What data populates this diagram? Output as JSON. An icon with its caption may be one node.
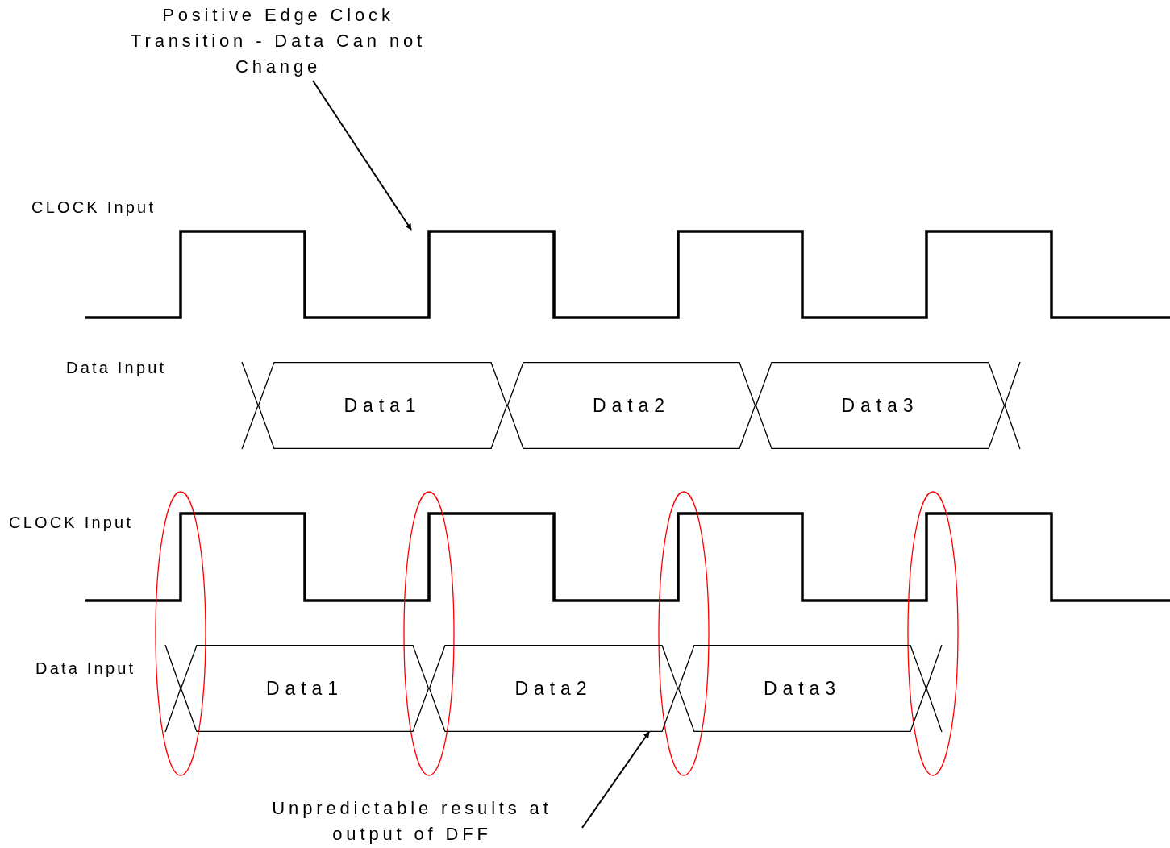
{
  "diagram": {
    "nodes": [
      {
        "text": [
          "Positive Edge Clock Transition - Data Can not Change"
        ]
      },
      {
        "text": [
          "Data1"
        ]
      },
      {
        "text": [
          "Data2"
        ]
      },
      {
        "text": [
          "Data3"
        ]
      },
      {
        "text": [
          "Data1"
        ]
      },
      {
        "text": [
          "Data2"
        ]
      },
      {
        "text": [
          "Data3"
        ]
      },
      {
        "text": [
          "Unpredictable results at output of DFF"
        ]
      },
      {
        "text": [],
        "shape": "line"
      }
    ],
    "edges": [
      {
        "from": 0,
        "to": 8,
        "arrow": "to"
      },
      {
        "from": 7,
        "to": 5,
        "arrow": "to"
      }
    ],
    "labels": [
      "CLOCK Input",
      "Data Input",
      "CLOCK Input",
      "Data Input"
    ]
  }
}
